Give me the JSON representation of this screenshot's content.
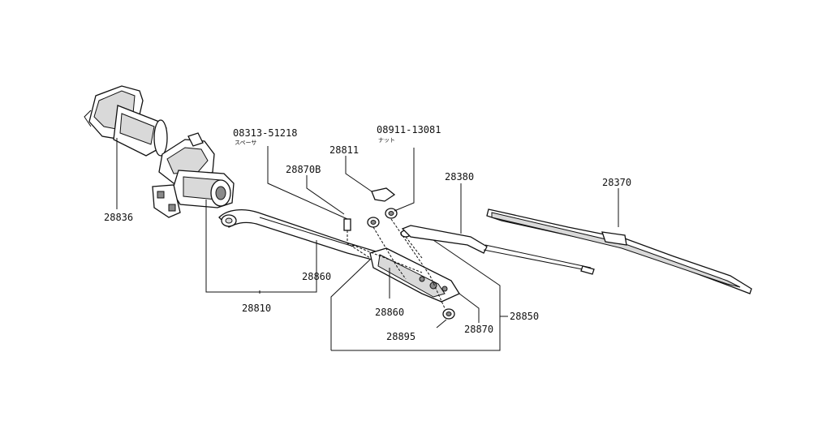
{
  "labels": {
    "p28836": "28836",
    "p28810": "28810",
    "p28860a": "28860",
    "p28860b": "28860",
    "p0831351218": "08313-51218",
    "p0831351218_sub": "スペーサ",
    "p28870b": "28870B",
    "p28811": "28811",
    "p0891113081": "08911-13081",
    "p0891113081_sub": "ナット",
    "p28380": "28380",
    "p28370": "28370",
    "p28850": "28850",
    "p28870": "28870",
    "p28895": "28895"
  }
}
